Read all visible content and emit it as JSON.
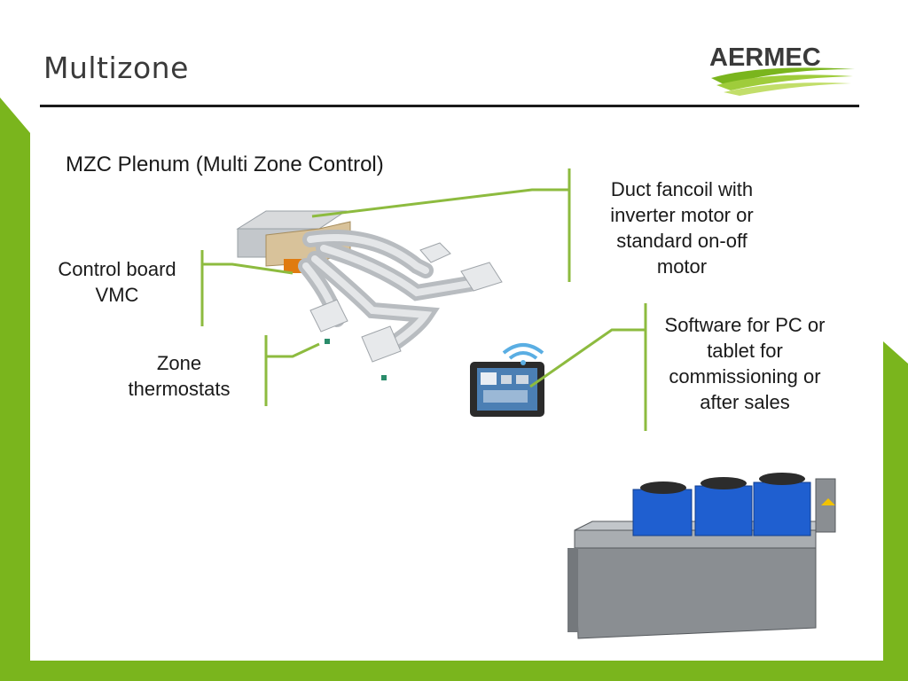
{
  "slide": {
    "title": "Multizone",
    "subtitle": "MZC Plenum (Multi Zone Control)",
    "logo_text": "AERMEC"
  },
  "callouts": {
    "fancoil": "Duct fancoil with inverter motor or standard on-off motor",
    "control_board": "Control board VMC",
    "zone_thermostats": "Zone thermostats",
    "software": "Software for PC or tablet for commissioning or after sales"
  },
  "colors": {
    "accent_green": "#7ab51d",
    "callout_line": "#8dbb3f",
    "unit_blue": "#1f5fd0",
    "logo_text": "#3a3a3a"
  },
  "images": {
    "plenum_diagram": "duct-system-illustration",
    "tablet": "tablet-with-wifi-icon",
    "mzc_unit": "blue-plenum-unit-photo"
  }
}
